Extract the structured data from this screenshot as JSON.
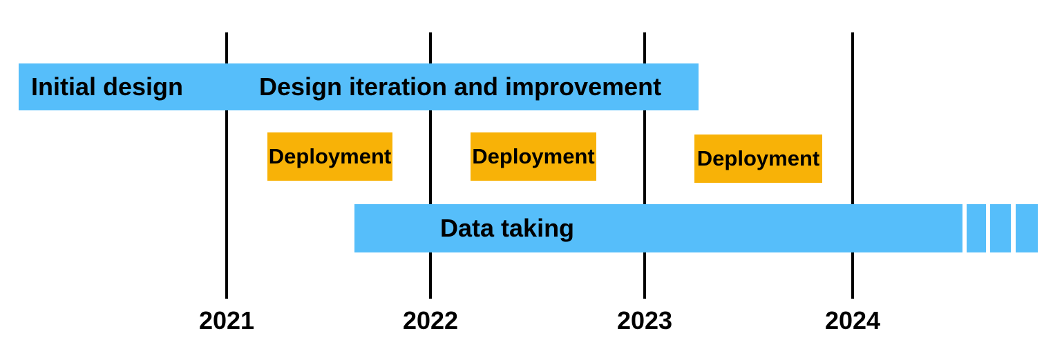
{
  "colors": {
    "bar_blue": "#56BEFA",
    "bar_orange": "#F8B207",
    "gridline_black": "#000000",
    "text_black": "#000000",
    "background": "#FFFFFF"
  },
  "timeline": {
    "years": [
      {
        "label": "2021"
      },
      {
        "label": "2022"
      },
      {
        "label": "2023"
      },
      {
        "label": "2024"
      }
    ]
  },
  "bars": {
    "design": {
      "label_initial": "Initial design",
      "label_iteration": "Design iteration and improvement"
    },
    "deployments": [
      {
        "label": "Deployment"
      },
      {
        "label": "Deployment"
      },
      {
        "label": "Deployment"
      }
    ],
    "data_taking": {
      "label": "Data taking"
    }
  },
  "chart_data": {
    "type": "bar",
    "subtype": "gantt-timeline",
    "title": "",
    "xlabel": "",
    "ylabel": "",
    "x_axis": {
      "tick_labels": [
        "2021",
        "2022",
        "2023",
        "2024"
      ],
      "tick_values": [
        2021,
        2022,
        2023,
        2024
      ],
      "range_estimate": [
        2020.0,
        2024.95
      ],
      "gridlines": "vertical black lines at each year"
    },
    "legend": "none",
    "tasks": [
      {
        "labels": [
          "Initial design",
          "Design iteration and improvement"
        ],
        "row": 1,
        "start": 2020.0,
        "end": 2023.26,
        "color": "#56BEFA"
      },
      {
        "labels": [
          "Deployment"
        ],
        "row": 2,
        "start": 2021.2,
        "end": 2021.8,
        "color": "#F8B207"
      },
      {
        "labels": [
          "Deployment"
        ],
        "row": 2,
        "start": 2022.19,
        "end": 2022.77,
        "color": "#F8B207"
      },
      {
        "labels": [
          "Deployment"
        ],
        "row": 2,
        "start": 2023.24,
        "end": 2023.85,
        "color": "#F8B207"
      },
      {
        "labels": [
          "Data taking"
        ],
        "row": 3,
        "start": 2021.63,
        "end": 2024.53,
        "color": "#56BEFA",
        "continues_beyond": true,
        "note": "bar fades out with 3 dashed segments ending ~2024.9"
      }
    ]
  }
}
